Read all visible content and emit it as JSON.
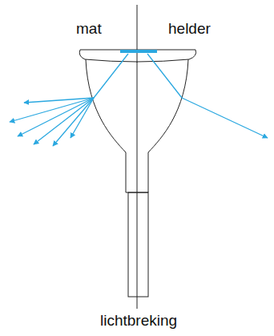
{
  "diagram": {
    "caption": "lichtbreking",
    "labels": [
      "mat",
      "helder"
    ]
  }
}
